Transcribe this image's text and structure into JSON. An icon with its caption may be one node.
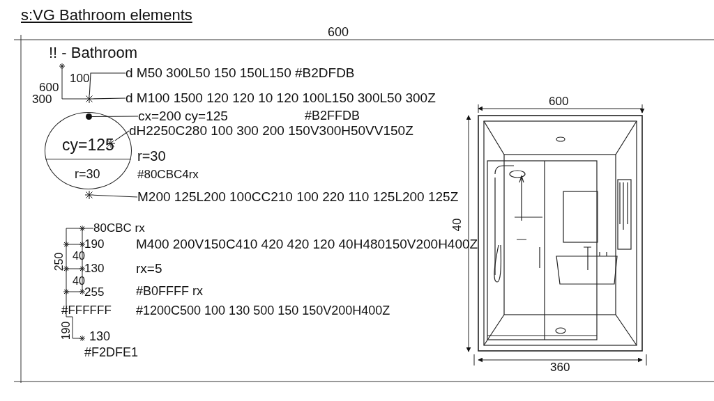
{
  "diagram": {
    "title": "s:VG Bathroom elements",
    "nodes": [
      {
        "text": [
          "d M50 300L50 150 150L150 #B2DFDB"
        ]
      },
      {
        "text": [
          "d M100 1500 120 120 10 120 100L150 300L50 300Z"
        ]
      },
      {
        "text": [
          "cx=200 cy=125"
        ]
      },
      {
        "text": [
          "dH2250C280 100 300 200 150V300H50VV150Z"
        ]
      },
      {
        "text": [
          "M200 125L200 100CC210 100 220 110 125L200 125Z"
        ]
      },
      {
        "text": [
          "80CBC rx"
        ]
      },
      {
        "text": [
          "cy=125",
          "r=30"
        ]
      },
      {
        "text": [],
        "shape": "star",
        "in": 6
      },
      {
        "text": [],
        "shape": "star"
      },
      {
        "text": [],
        "shape": "star"
      },
      {
        "text": [],
        "shape": "circle",
        "in": 6
      }
    ],
    "edges": [
      {
        "from": 0,
        "to": 8,
        "arrow": "none"
      },
      {
        "from": 1,
        "to": 8,
        "arrow": "none"
      },
      {
        "from": 2,
        "to": 10,
        "arrow": "none"
      },
      {
        "from": 3,
        "to": 7,
        "arrow": "none"
      },
      {
        "from": 4,
        "to": 9,
        "arrow": "none"
      },
      {
        "from": 5,
        "to": null,
        "arrow": "none"
      }
    ],
    "labels": [
      "600",
      "!! - Bathroom",
      "600",
      "100",
      "300",
      "#B2FFDB",
      "r=30",
      "#80CBC4rx",
      "600",
      "190",
      "M400 200V150C410 420 420 120 40H480150V200H400Z",
      "40",
      "250",
      "130",
      "rx=5",
      "40",
      "40",
      "255",
      "#B0FFFF rx",
      "#FFFFFF",
      "#1200C500 100 130 500 150 150V200H400Z",
      "190",
      "130",
      "#F2DFE1",
      "360"
    ]
  }
}
